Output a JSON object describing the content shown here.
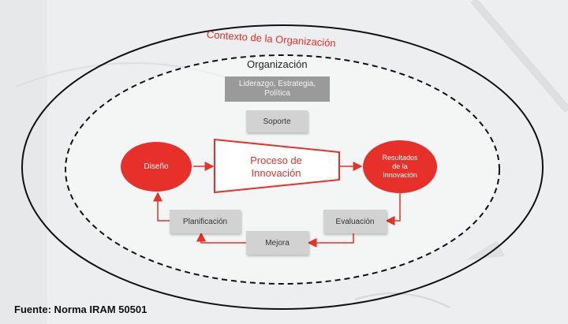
{
  "context_title": "Contexto de la Organización",
  "organization_title": "Organización",
  "leadership_box": "Liderazgo, Estrategia, Política",
  "support_box": "Soporte",
  "design_circle": "Diseño",
  "process_label_line1": "Proceso de",
  "process_label_line2": "Innovación",
  "results_circle_line1": "Resultados",
  "results_circle_line2": "de la",
  "results_circle_line3": "Innovación",
  "planning_box": "Planificación",
  "evaluation_box": "Evaluación",
  "improvement_box": "Mejora",
  "source_text": "Fuente: Norma IRAM 50501",
  "colors": {
    "accent": "#e8302a",
    "grey_dark": "#9a9a9a",
    "grey_light": "#d2d2d2"
  }
}
